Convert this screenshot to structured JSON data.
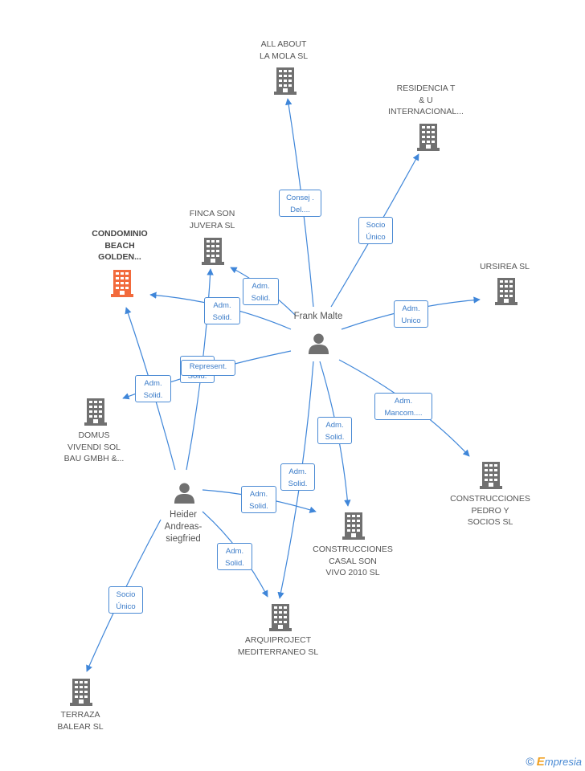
{
  "colors": {
    "edge": "#3f86d9",
    "building": "#707070",
    "building_main": "#f26a3c",
    "person": "#707070",
    "label_border": "#4a8ad4"
  },
  "companies": {
    "all_about": "ALL ABOUT\nLA MOLA  SL",
    "residencia": "RESIDENCIA T\n& U\nINTERNACIONAL...",
    "finca": "FINCA SON\nJUVERA SL",
    "condominio": "CONDOMINIO\nBEACH\nGOLDEN...",
    "ursirea": "URSIREA  SL",
    "domus": "DOMUS\nVIVENDI SOL\nBAU GMBH &...",
    "pedro": "CONSTRUCCIONES\nPEDRO Y\nSOCIOS SL",
    "casal": "CONSTRUCCIONES\nCASAL SON\nVIVO 2010 SL",
    "arquiproject": "ARQUIPROJECT\nMEDITERRANEO SL",
    "terraza": "TERRAZA\nBALEAR SL"
  },
  "people": {
    "frank": "Frank Malte",
    "heider": "Heider\nAndreas-\nsiegfried"
  },
  "edge_labels": {
    "consej": "Consej .\nDel....",
    "socio_unico_res": "Socio\nÚnico",
    "adm_solid_finca_frank": "Adm.\nSolid.",
    "adm_solid_cond_frank": "Adm.\nSolid.",
    "adm_unico": "Adm.\nUnico",
    "represent": "Represent.",
    "adm_solid_hidden": "Adm.\nSolid.",
    "adm_solid_domus": "Adm.\nSolid.",
    "adm_mancom": "Adm.\nMancom....",
    "adm_solid_casal_frank": "Adm.\nSolid.",
    "adm_solid_arqui_frank": "Adm.\nSolid.",
    "adm_solid_casal_heider": "Adm.\nSolid.",
    "adm_solid_arqui_heider": "Adm.\nSolid.",
    "socio_unico_terraza": "Socio\nÚnico"
  },
  "footer": {
    "copyright": "©",
    "brand_e": "E",
    "brand_rest": "mpresia"
  }
}
